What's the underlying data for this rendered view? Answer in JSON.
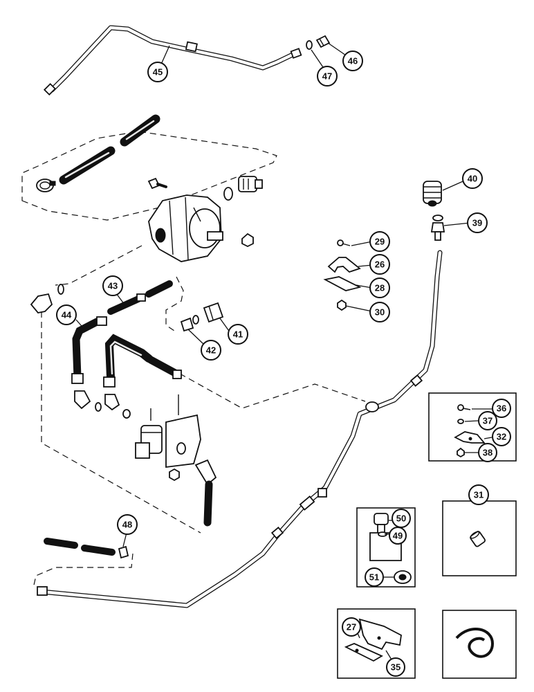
{
  "callouts": [
    "45",
    "47",
    "46",
    "40",
    "39",
    "29",
    "26",
    "28",
    "30",
    "43",
    "44",
    "41",
    "42",
    "36",
    "37",
    "32",
    "38",
    "31",
    "48",
    "50",
    "49",
    "51",
    "27",
    "35"
  ]
}
